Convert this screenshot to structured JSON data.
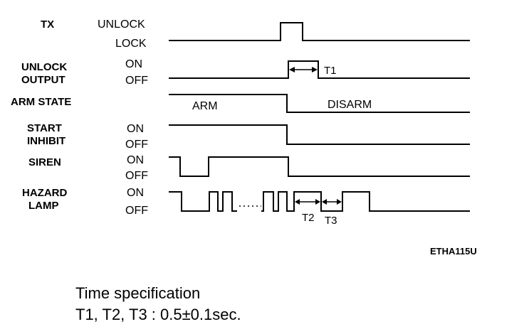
{
  "signals": {
    "tx": {
      "name": "TX",
      "high_label": "UNLOCK",
      "low_label": "LOCK"
    },
    "unlock_output": {
      "name_line1": "UNLOCK",
      "name_line2": "OUTPUT",
      "high_label": "ON",
      "low_label": "OFF"
    },
    "arm_state": {
      "name": "ARM STATE",
      "state_before": "ARM",
      "state_after": "DISARM"
    },
    "start_inhibit": {
      "name_line1": "START",
      "name_line2": "INHIBIT",
      "high_label": "ON",
      "low_label": "OFF"
    },
    "siren": {
      "name": "SIREN",
      "high_label": "ON",
      "low_label": "OFF"
    },
    "hazard_lamp": {
      "name_line1": "HAZARD",
      "name_line2": "LAMP",
      "high_label": "ON",
      "low_label": "OFF"
    }
  },
  "timing_labels": {
    "t1": "T1",
    "t2": "T2",
    "t3": "T3"
  },
  "figure_code": "ETHA115U",
  "spec": {
    "line1": "Time specification",
    "line2": "T1, T2, T3 : 0.5±0.1sec."
  }
}
